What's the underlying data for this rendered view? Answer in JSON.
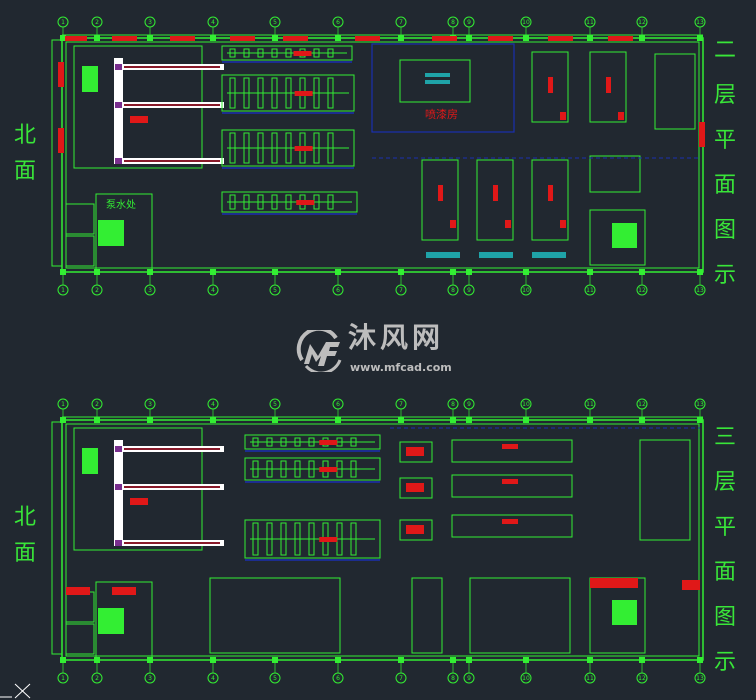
{
  "colors": {
    "background": "#212830",
    "line": "#33ee33",
    "accent_red": "#e01818",
    "blue": "#1a2fb0",
    "cyan": "#1fa3a8",
    "white": "#ffffff"
  },
  "axis_labels": [
    "1",
    "2",
    "3",
    "4",
    "5",
    "6",
    "7",
    "8",
    "9",
    "10",
    "11",
    "12",
    "13"
  ],
  "plans": [
    {
      "side_label": [
        "北",
        "面"
      ],
      "title": [
        "二",
        "层",
        "平",
        "面",
        "图",
        "示"
      ],
      "room_labels": {
        "water": "泵水处",
        "paint": "喷漆房"
      }
    },
    {
      "side_label": [
        "北",
        "面"
      ],
      "title": [
        "三",
        "层",
        "平",
        "面",
        "图",
        "示"
      ]
    }
  ],
  "watermark": {
    "name": "沐风网",
    "url": "www.mfcad.com"
  },
  "ucs_icon": "ucs-cross-icon"
}
